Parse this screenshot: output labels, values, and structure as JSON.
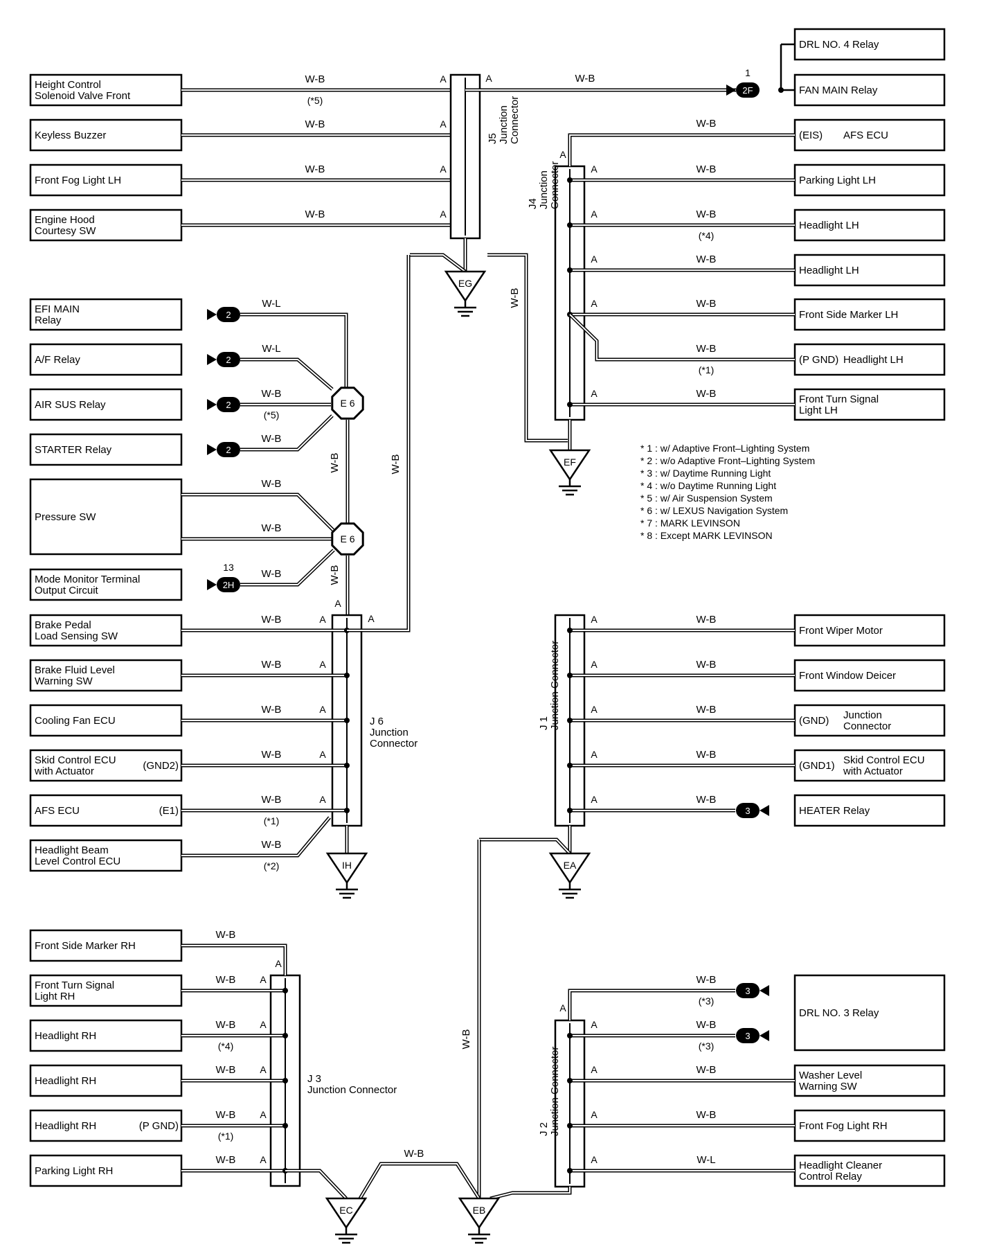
{
  "components": [
    {
      "id": "height-control",
      "lines": [
        "Height Control",
        "Solenoid Valve Front"
      ]
    },
    {
      "id": "keyless-buzzer",
      "lines": [
        "Keyless Buzzer"
      ]
    },
    {
      "id": "front-fog-lh",
      "lines": [
        "Front Fog Light LH"
      ]
    },
    {
      "id": "engine-hood",
      "lines": [
        "Engine Hood",
        "Courtesy SW"
      ]
    },
    {
      "id": "efi-main",
      "lines": [
        "EFI MAIN",
        "Relay"
      ]
    },
    {
      "id": "af-relay",
      "lines": [
        "A/F Relay"
      ]
    },
    {
      "id": "air-sus",
      "lines": [
        "AIR SUS Relay"
      ]
    },
    {
      "id": "starter",
      "lines": [
        "STARTER Relay"
      ]
    },
    {
      "id": "pressure-sw",
      "lines": [
        "Pressure SW"
      ]
    },
    {
      "id": "mode-monitor",
      "lines": [
        "Mode Monitor Terminal",
        "Output Circuit"
      ]
    },
    {
      "id": "brake-pedal",
      "lines": [
        "Brake Pedal",
        "Load Sensing SW"
      ]
    },
    {
      "id": "brake-fluid",
      "lines": [
        "Brake Fluid Level",
        "Warning SW"
      ]
    },
    {
      "id": "cooling-fan",
      "lines": [
        "Cooling Fan ECU"
      ]
    },
    {
      "id": "skid-left",
      "lines": [
        "Skid Control ECU",
        "with Actuator"
      ],
      "pin": "(GND2)"
    },
    {
      "id": "afs-left",
      "lines": [
        "AFS ECU"
      ],
      "pin": "(E1)"
    },
    {
      "id": "headlight-beam",
      "lines": [
        "Headlight Beam",
        "Level Control ECU"
      ]
    },
    {
      "id": "front-side-rh",
      "lines": [
        "Front Side Marker RH"
      ]
    },
    {
      "id": "front-turn-rh",
      "lines": [
        "Front Turn Signal",
        "Light RH"
      ]
    },
    {
      "id": "headlight-rh-1",
      "lines": [
        "Headlight RH"
      ]
    },
    {
      "id": "headlight-rh-2",
      "lines": [
        "Headlight RH"
      ]
    },
    {
      "id": "headlight-rh-3",
      "lines": [
        "Headlight RH"
      ],
      "pin": "(P GND)"
    },
    {
      "id": "parking-rh",
      "lines": [
        "Parking Light RH"
      ]
    },
    {
      "id": "drl4",
      "lines": [
        "DRL NO. 4 Relay"
      ]
    },
    {
      "id": "fan-main",
      "lines": [
        "FAN MAIN Relay"
      ]
    },
    {
      "id": "afs-right",
      "lines": [
        "AFS ECU"
      ],
      "pin": "(EIS)"
    },
    {
      "id": "parking-lh",
      "lines": [
        "Parking Light LH"
      ]
    },
    {
      "id": "headlight-lh-1",
      "lines": [
        "Headlight LH"
      ]
    },
    {
      "id": "headlight-lh-2",
      "lines": [
        "Headlight LH"
      ]
    },
    {
      "id": "front-side-lh",
      "lines": [
        "Front Side Marker LH"
      ]
    },
    {
      "id": "headlight-lh-pgnd",
      "lines": [
        "Headlight LH"
      ],
      "pin": "(P GND)"
    },
    {
      "id": "front-turn-lh",
      "lines": [
        "Front Turn Signal",
        "Light LH"
      ]
    },
    {
      "id": "front-wiper",
      "lines": [
        "Front Wiper Motor"
      ]
    },
    {
      "id": "front-window",
      "lines": [
        "Front Window Deicer"
      ]
    },
    {
      "id": "junction-gnd",
      "lines": [
        "Junction",
        "Connector"
      ],
      "pin": "(GND)"
    },
    {
      "id": "skid-right",
      "lines": [
        "Skid Control ECU",
        "with Actuator"
      ],
      "pin": "(GND1)"
    },
    {
      "id": "heater",
      "lines": [
        "HEATER Relay"
      ]
    },
    {
      "id": "drl3",
      "lines": [
        "DRL NO. 3 Relay"
      ]
    },
    {
      "id": "washer",
      "lines": [
        "Washer Level",
        "Warning SW"
      ]
    },
    {
      "id": "front-fog-rh",
      "lines": [
        "Front Fog Light RH"
      ]
    },
    {
      "id": "headlight-cleaner",
      "lines": [
        "Headlight Cleaner",
        "Control Relay"
      ]
    }
  ],
  "wire_labels": [
    "W-B",
    "W-B",
    "W-B",
    "W-B",
    "W-B",
    "W-B",
    "W-B",
    "W-B",
    "W-B",
    "W-B",
    "W-B",
    "W-B",
    "W-B",
    "W-L",
    "W-L",
    "W-B",
    "W-B",
    "W-B",
    "W-B",
    "W-B",
    "W-B",
    "W-B",
    "W-B",
    "W-B",
    "W-B",
    "W-B",
    "W-B",
    "W-B",
    "W-B",
    "W-B",
    "W-B",
    "W-B",
    "W-B",
    "W-B",
    "W-B",
    "W-B",
    "W-B",
    "W-B",
    "W-B",
    "W-B",
    "W-B",
    "W-B",
    "W-B",
    "W-B",
    "W-B",
    "W-B",
    "W-L",
    "W-B",
    "W-B",
    "W-B"
  ],
  "notes_inline": [
    "(*5)",
    "(*4)",
    "(*1)",
    "(*5)",
    "(*1)",
    "(*2)",
    "(*4)",
    "(*1)",
    "(*3)",
    "(*3)"
  ],
  "pin_labels": [
    "A",
    "A",
    "A",
    "A",
    "A",
    "A",
    "A",
    "A",
    "A",
    "A",
    "A",
    "A",
    "A",
    "A",
    "A",
    "A",
    "A",
    "A",
    "A",
    "A",
    "A",
    "A",
    "A",
    "A",
    "A",
    "A",
    "A",
    "A",
    "A",
    "A",
    "A",
    "A",
    "A",
    "A",
    "A",
    "A",
    "A",
    "A",
    "A",
    "A",
    "A"
  ],
  "junctions": [
    {
      "id": "j5",
      "lines": [
        "J5",
        "Junction",
        "Connector"
      ]
    },
    {
      "id": "j4",
      "lines": [
        "J4",
        "Junction",
        "Connector"
      ]
    },
    {
      "id": "j6",
      "lines": [
        "J 6",
        "Junction",
        "Connector"
      ]
    },
    {
      "id": "j1",
      "lines": [
        "J 1",
        "Junction Connector"
      ]
    },
    {
      "id": "j3",
      "lines": [
        "J 3",
        "Junction Connector"
      ]
    },
    {
      "id": "j2",
      "lines": [
        "J 2",
        "Junction Connector"
      ]
    }
  ],
  "grounds": [
    "EG",
    "EF",
    "IH",
    "EA",
    "EC",
    "EB"
  ],
  "connectors": {
    "e6": "E 6",
    "c2": "2",
    "c2h": "2H",
    "c2h_pin": "13",
    "c2f": "2F",
    "c2f_pin": "1",
    "c3": "3"
  },
  "legend": [
    "* 1 : w/ Adaptive Front–Lighting System",
    "* 2 : w/o Adaptive Front–Lighting System",
    "* 3 : w/ Daytime Running Light",
    "* 4 : w/o Daytime Running Light",
    "* 5 : w/ Air Suspension System",
    "* 6 : w/ LEXUS Navigation System",
    "* 7 : MARK LEVINSON",
    "* 8 : Except MARK LEVINSON"
  ]
}
